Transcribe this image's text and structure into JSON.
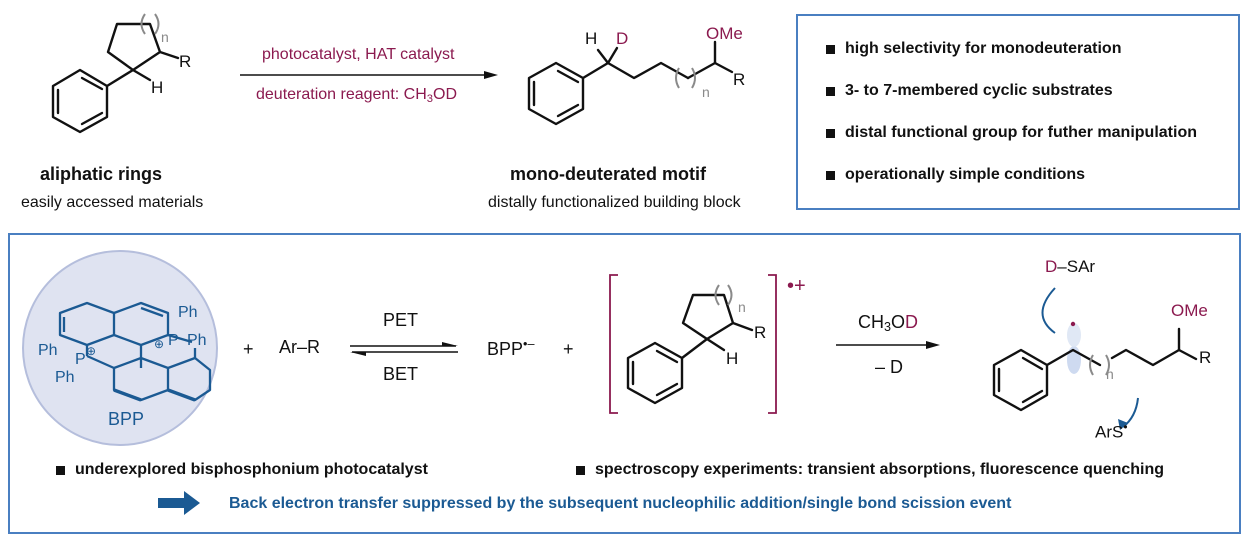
{
  "top": {
    "reactant": {
      "atoms": {
        "ring_n": "n",
        "R": "R",
        "H": "H"
      },
      "title": "aliphatic rings",
      "subtitle": "easily accessed materials"
    },
    "arrow": {
      "above": "photocatalyst, HAT catalyst",
      "below_prefix": "deuteration reagent: CH",
      "below_sub": "3",
      "below_suffix": "OD"
    },
    "product": {
      "atoms": {
        "H": "H",
        "D": "D",
        "OMe": "OMe",
        "R": "R",
        "n": "n"
      },
      "title": "mono-deuterated motif",
      "subtitle": "distally functionalized building block"
    },
    "features": [
      "high selectivity for monodeuteration",
      "3- to 7-membered cyclic substrates",
      "distal functional group for futher manipulation",
      "operationally simple conditions"
    ]
  },
  "mechanism": {
    "catalyst": {
      "label": "BPP",
      "atoms": {
        "Ph1": "Ph",
        "Ph2": "Ph",
        "Ph3": "Ph",
        "Ph4": "Ph",
        "P_left": "P",
        "P_right": "P",
        "plus": "⊕"
      }
    },
    "plus1": "+",
    "substrate": "Ar–R",
    "equilibrium": {
      "forward": "PET",
      "backward": "BET"
    },
    "radical_anion": {
      "label": "BPP",
      "charge": "•–"
    },
    "plus2": "+",
    "radical_cation": {
      "atoms": {
        "n": "n",
        "R": "R",
        "H": "H"
      },
      "charge": "•+"
    },
    "step2": {
      "above_prefix": "CH",
      "above_sub": "3",
      "above_mid": "O",
      "above_d": "D",
      "below": "– D"
    },
    "intermediate": {
      "d_label": "D",
      "sar_label": "–SAr",
      "OMe": "OMe",
      "R": "R",
      "n": "n",
      "ars": "ArS",
      "ars_dot": "•"
    },
    "notes": [
      "underexplored bisphosphonium photocatalyst",
      "spectroscopy experiments: transient absorptions, fluorescence quenching"
    ],
    "conclusion": "Back electron transfer suppressed by the subsequent nucleophilic addition/single bond scission event"
  },
  "colors": {
    "accent_red": "#8b1a4f",
    "box_border": "#4a7fc1",
    "catalyst_blue": "#1b5a93",
    "catalyst_bg": "#dfe3f1"
  }
}
